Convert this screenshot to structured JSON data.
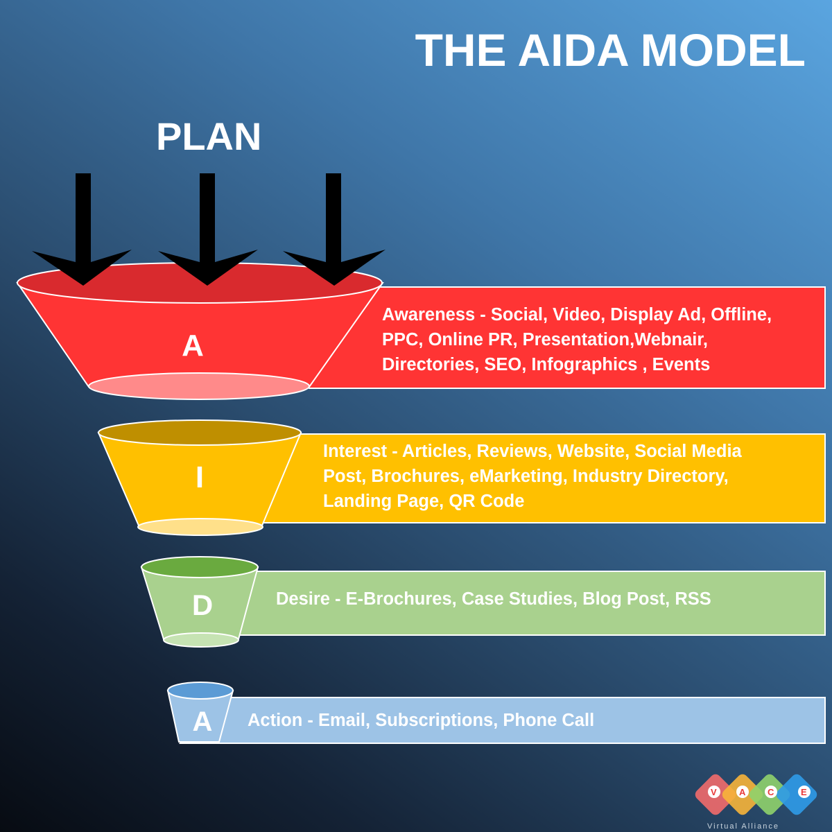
{
  "title": "THE AIDA MODEL",
  "plan_label": "PLAN",
  "stages": [
    {
      "letter": "A",
      "lines": [
        "Awareness - Social, Video, Display Ad, Offline,",
        "PPC, Online PR, Presentation,Webnair,",
        "Directories, SEO, Infographics , Events"
      ],
      "color": "#ff3434"
    },
    {
      "letter": "I",
      "lines": [
        "Interest - Articles, Reviews, Website, Social Media",
        "Post, Brochures, eMarketing, Industry Directory,",
        "Landing Page, QR Code"
      ],
      "color": "#ffc000"
    },
    {
      "letter": "D",
      "lines": [
        "Desire - E-Brochures, Case Studies, Blog Post, RSS"
      ],
      "color": "#a9d18e"
    },
    {
      "letter": "A",
      "lines": [
        "Action - Email, Subscriptions, Phone Call"
      ],
      "color": "#9dc3e6"
    }
  ],
  "logo": {
    "letters": [
      "V",
      "A",
      "C",
      "E"
    ],
    "tagline": "Virtual Alliance",
    "colors": [
      "#f26b6b",
      "#f7b43a",
      "#8fd16b",
      "#2f9be8"
    ]
  }
}
